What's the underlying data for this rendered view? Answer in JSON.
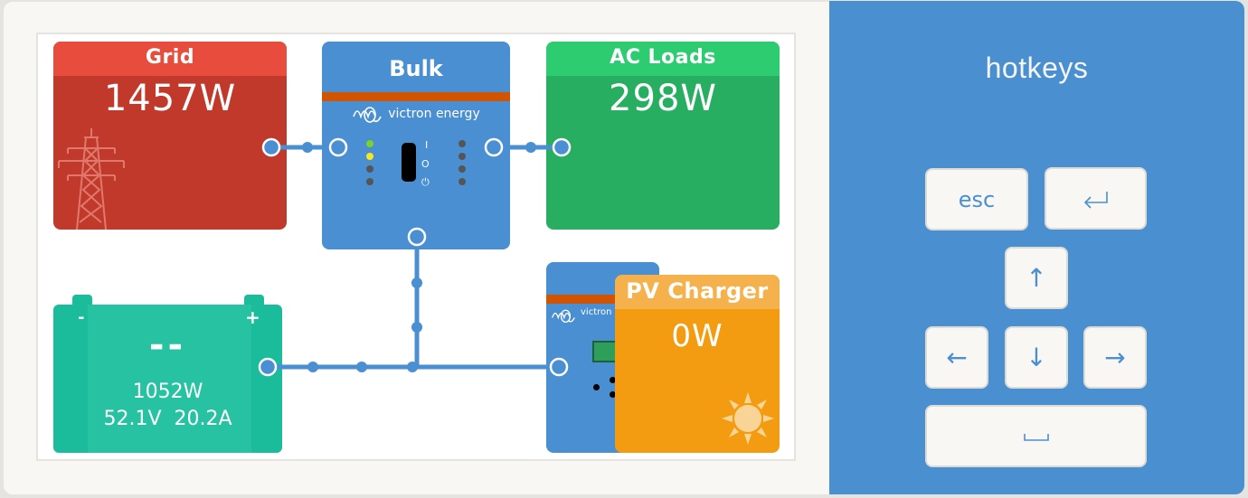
{
  "overview": {
    "grid": {
      "title": "Grid",
      "power": "1457W",
      "icon": "power-pylon-icon",
      "color": "#c0392b",
      "header_color": "#e74c3c"
    },
    "inverter": {
      "state": "Bulk",
      "brand": "victron energy",
      "brand_icon": "victron-logo-icon",
      "color": "#4a8fd1",
      "stripe_color": "#d35400",
      "leds_left": [
        "green",
        "yellow",
        "off",
        "off"
      ],
      "leds_right": [
        "off",
        "off",
        "off",
        "off"
      ],
      "switch_labels": {
        "on": "I",
        "off": "O",
        "power": "⏻"
      }
    },
    "ac_loads": {
      "title": "AC Loads",
      "power": "298W",
      "color": "#27ae60",
      "header_color": "#2ecc71"
    },
    "battery": {
      "soc": "--",
      "power": "1052W",
      "voltage": "52.1V",
      "current": "20.2A",
      "minus": "-",
      "plus": "+",
      "color": "#1abc9c"
    },
    "pv_charger": {
      "title": "PV Charger",
      "power": "0W",
      "icon": "sun-icon",
      "brand": "victron",
      "color": "#f39c12",
      "header_color": "#f5b14c"
    }
  },
  "hotkeys": {
    "title": "hotkeys",
    "keys": {
      "esc": "esc",
      "enter": "⏎",
      "up": "↑",
      "left": "←",
      "down": "↓",
      "right": "→",
      "space": "␣"
    }
  }
}
